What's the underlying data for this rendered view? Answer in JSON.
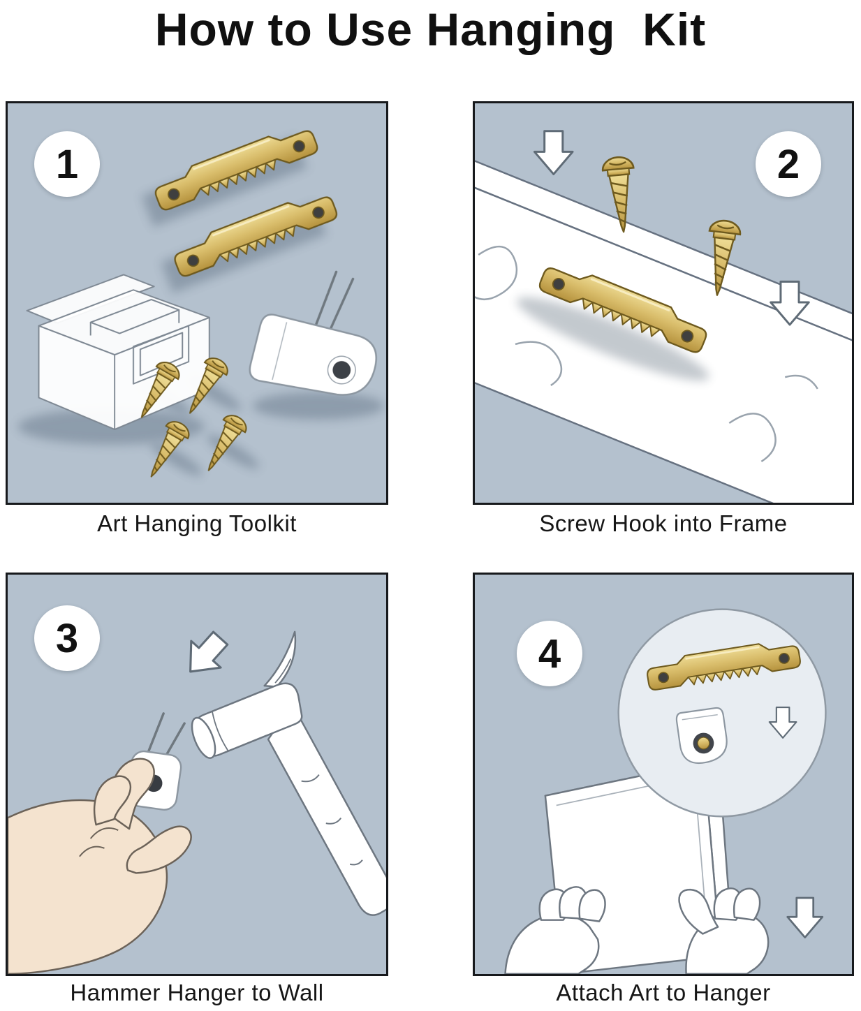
{
  "title": "How to Use Hanging  Kit",
  "steps": [
    {
      "number": "1",
      "caption": "Art Hanging Toolkit"
    },
    {
      "number": "2",
      "caption": "Screw Hook into Frame"
    },
    {
      "number": "3",
      "caption": "Hammer Hanger to Wall"
    },
    {
      "number": "4",
      "caption": "Attach Art to Hanger"
    }
  ],
  "colors": {
    "panel_background": "#b4c1ce",
    "brass": "#d9bd6b",
    "brass_dark": "#6e5a1e",
    "line_art": "#6d7680",
    "skin": "#f4e3cf",
    "white": "#ffffff",
    "border": "#17191c"
  }
}
